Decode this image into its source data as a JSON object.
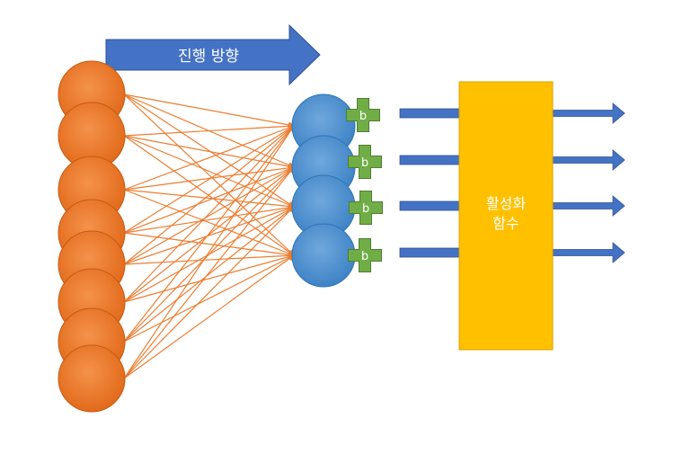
{
  "direction_arrow": {
    "label": "진행 방향",
    "color": "#4472C4"
  },
  "input_layer": {
    "node_count": 8,
    "color": "#ED7D31"
  },
  "output_layer": {
    "node_count": 4,
    "color": "#5B9BD5"
  },
  "bias": {
    "label": "b",
    "color": "#70AD47"
  },
  "activation": {
    "line1": "활성화",
    "line2": "함수",
    "color": "#FFC000"
  },
  "connection_color": "#ED7D31",
  "signal_arrow_color": "#4472C4"
}
